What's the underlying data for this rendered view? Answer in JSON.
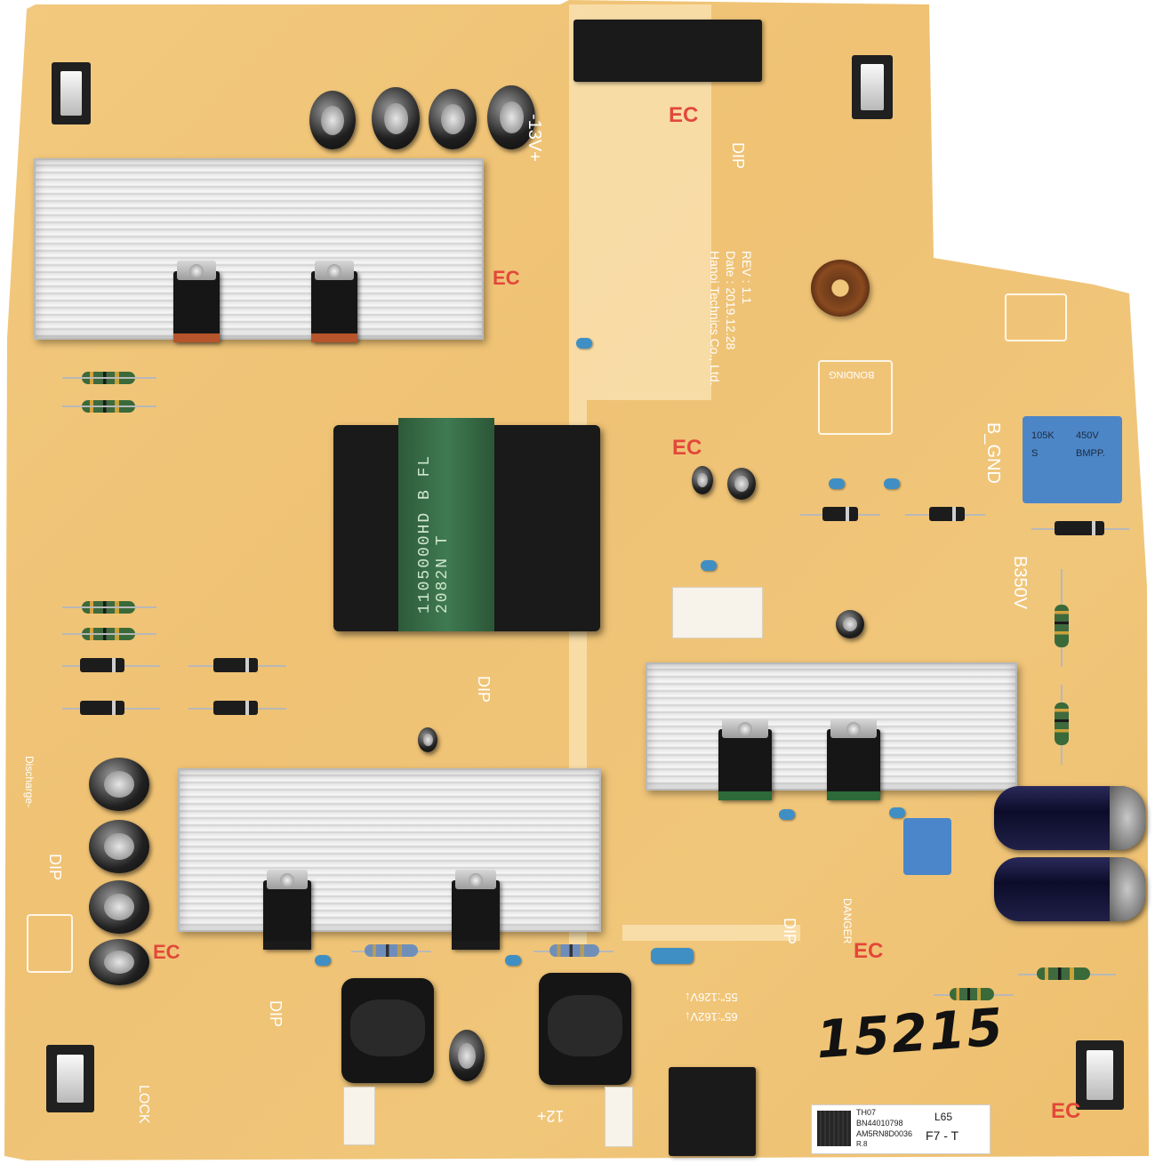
{
  "board": {
    "revision": "REV : 1.1",
    "date": "Date : 2019.12.28",
    "maker": "Hanoi Technics Co., Ltd.",
    "handwritten_number": "15215",
    "voltage_13v": "-13V+",
    "b_gnd": "B_GND",
    "b350v": "B350V",
    "dip_label": "DIP",
    "lock_label": "LOCK",
    "discharge_label": "Discharge-",
    "danger_label": "DANGER",
    "ec_mark": "EC",
    "v126": "55\":126V↓",
    "v162": "65\":162V↓",
    "v12": "12+",
    "bonding": "BONDING"
  },
  "transformer_text": "1105000HD B FL 2082N T",
  "xcap": {
    "line1": "105K",
    "line2": "450V",
    "line3": "S",
    "line4": "BMPP."
  },
  "sticker": {
    "line1": "TH07",
    "line2": "BN44010798",
    "line3": "AM5RN8D0036",
    "line4": "R.8",
    "size": "L65",
    "code": "F7 - T"
  },
  "colors": {
    "board": "#f0c67a",
    "silkscreen": "#ffffff",
    "ec_stamp": "#e2483a",
    "heatsink": "#e9e9e9"
  }
}
